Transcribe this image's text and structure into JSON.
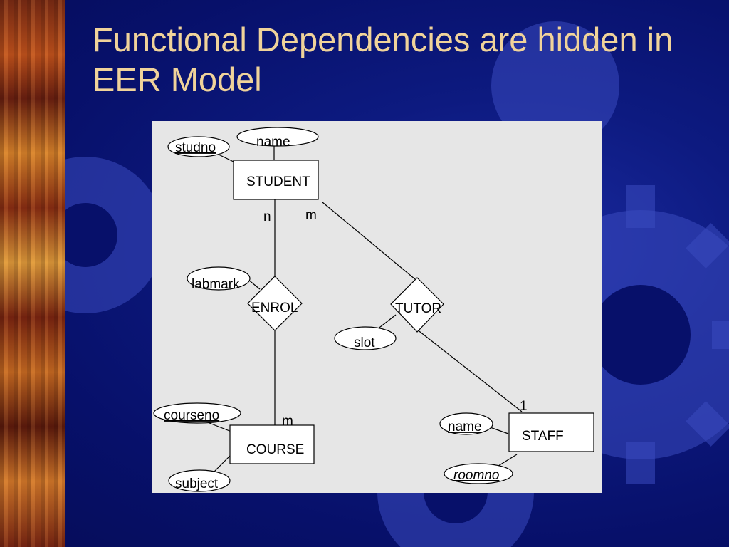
{
  "slide": {
    "title": "Functional Dependencies are hidden in EER Model"
  },
  "diagram": {
    "entities": {
      "student": "STUDENT",
      "course": "COURSE",
      "staff": "STAFF"
    },
    "relationships": {
      "enrol": "ENROL",
      "tutor": "TUTOR"
    },
    "attributes": {
      "studno": "studno",
      "student_name": "name",
      "labmark": "labmark",
      "slot": "slot",
      "courseno": "courseno",
      "subject": "subject",
      "staff_name": "name",
      "roomno": "roomno"
    },
    "cardinalities": {
      "student_enrol": "n",
      "student_tutor": "m",
      "course_enrol": "m",
      "staff_tutor": "1"
    }
  },
  "colors": {
    "title": "#f0d39a",
    "panel": "#e6e6e6",
    "background": "#0d1a80"
  }
}
